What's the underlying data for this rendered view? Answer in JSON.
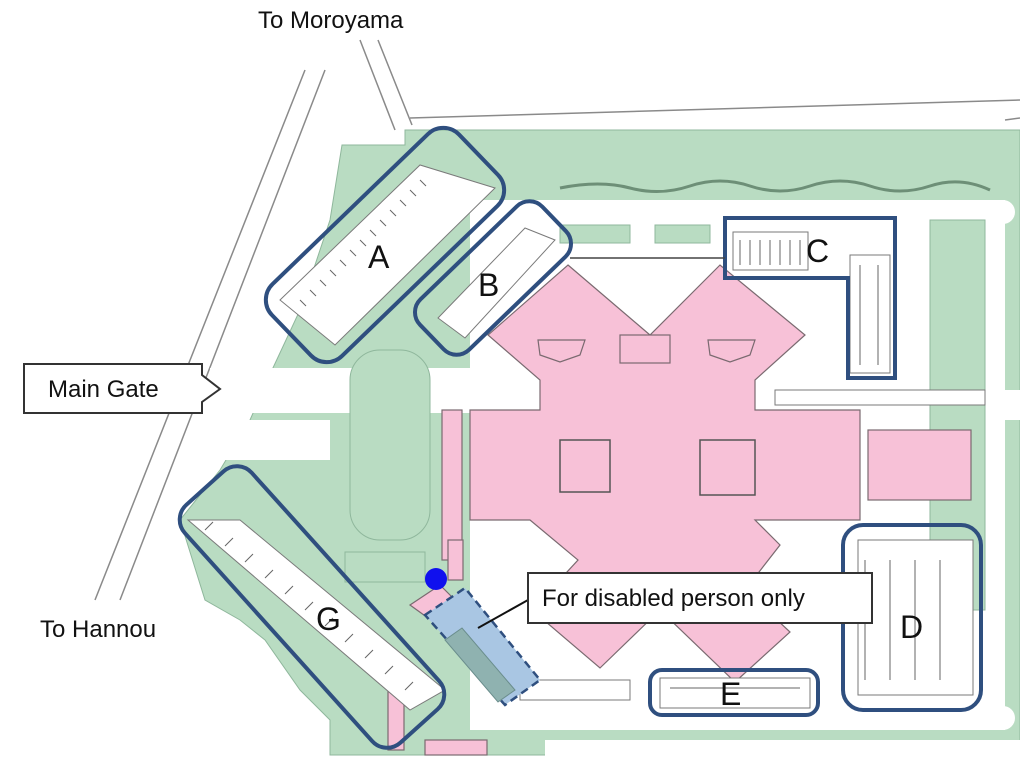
{
  "map": {
    "labels": {
      "to_moroyama": "To Moroyama",
      "to_hannou": "To Hannou",
      "main_gate": "Main Gate",
      "disabled_only": "For disabled person only"
    },
    "parking_areas": [
      {
        "id": "A",
        "label": "A"
      },
      {
        "id": "B",
        "label": "B"
      },
      {
        "id": "C",
        "label": "C"
      },
      {
        "id": "D",
        "label": "D"
      },
      {
        "id": "E",
        "label": "E"
      },
      {
        "id": "G",
        "label": "G"
      }
    ],
    "colors": {
      "grass": "#b9dcc2",
      "building": "#f7c1d7",
      "zone_outline": "#2f4f7f",
      "disabled_area": "#a9c6e3",
      "marker": "#1010ee"
    },
    "icons": [
      "main-gate-arrow-icon",
      "disabled-location-marker-icon"
    ]
  }
}
